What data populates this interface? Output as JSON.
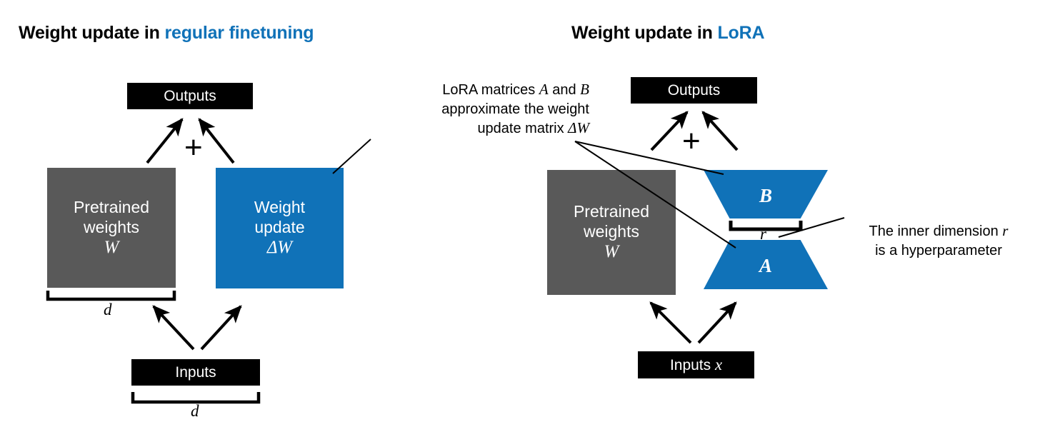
{
  "left_panel": {
    "title_plain": "Weight update in ",
    "title_accent": "regular finetuning",
    "outputs_label": "Outputs",
    "pretrained_line1": "Pretrained",
    "pretrained_line2": "weights",
    "pretrained_symbol": "W",
    "weight_update_line1": "Weight",
    "weight_update_line2": "update",
    "weight_update_symbol": "ΔW",
    "inputs_label": "Inputs",
    "plus_symbol": "+",
    "dim_top_label": "d",
    "dim_bottom_label": "d"
  },
  "right_panel": {
    "title_plain": "Weight update in ",
    "title_accent": "LoRA",
    "outputs_label": "Outputs",
    "pretrained_line1": "Pretrained",
    "pretrained_line2": "weights",
    "pretrained_symbol": "W",
    "matrix_b_label": "B",
    "matrix_a_label": "A",
    "inputs_label": "Inputs ",
    "inputs_symbol": "x",
    "plus_symbol": "+",
    "dim_r_label": "r"
  },
  "annotations": {
    "lora_line1_pre": "LoRA matrices ",
    "lora_line1_a": "A",
    "lora_line1_mid": " and ",
    "lora_line1_b": "B",
    "lora_line2": "approximate the weight",
    "lora_line3_pre": "update matrix ",
    "lora_line3_sym": "ΔW",
    "r_line1_pre": "The inner dimension ",
    "r_line1_sym": "r",
    "r_line2": "is a hyperparameter"
  },
  "colors": {
    "accent_blue": "#1072b8",
    "gray_box": "#595959",
    "black_box": "#000000",
    "background": "#ffffff",
    "text_on_fill": "#ffffff"
  }
}
